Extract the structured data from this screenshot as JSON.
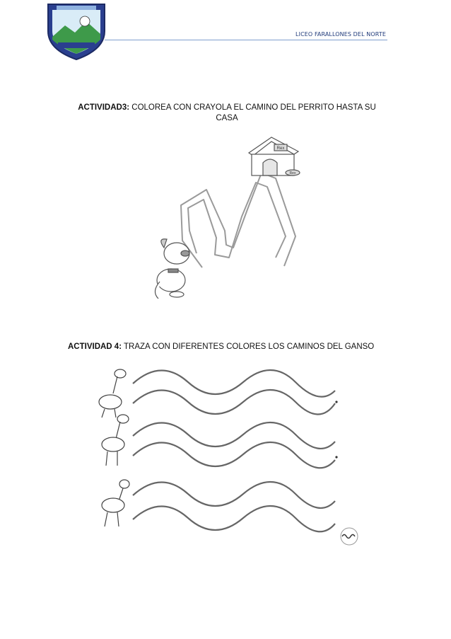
{
  "header": {
    "school_name": "LICEO FARALLONES DEL NORTE"
  },
  "activity3": {
    "label": "ACTIVIDAD3:",
    "text": "COLOREA CON CRAYOLA EL CAMINO DEL PERRITO HASTA SU CASA",
    "doghouse_sign": "Rex",
    "bowl_label": "Rex"
  },
  "activity4": {
    "label": "ACTIVIDAD 4:",
    "text": "TRAZA CON DIFERENTES COLORES LOS CAMINOS DEL GANSO"
  },
  "colors": {
    "header_text": "#1f3a7a",
    "header_rule": "#7f9fce",
    "shield_blue": "#2a3f8f",
    "shield_green": "#3e9a4a"
  }
}
